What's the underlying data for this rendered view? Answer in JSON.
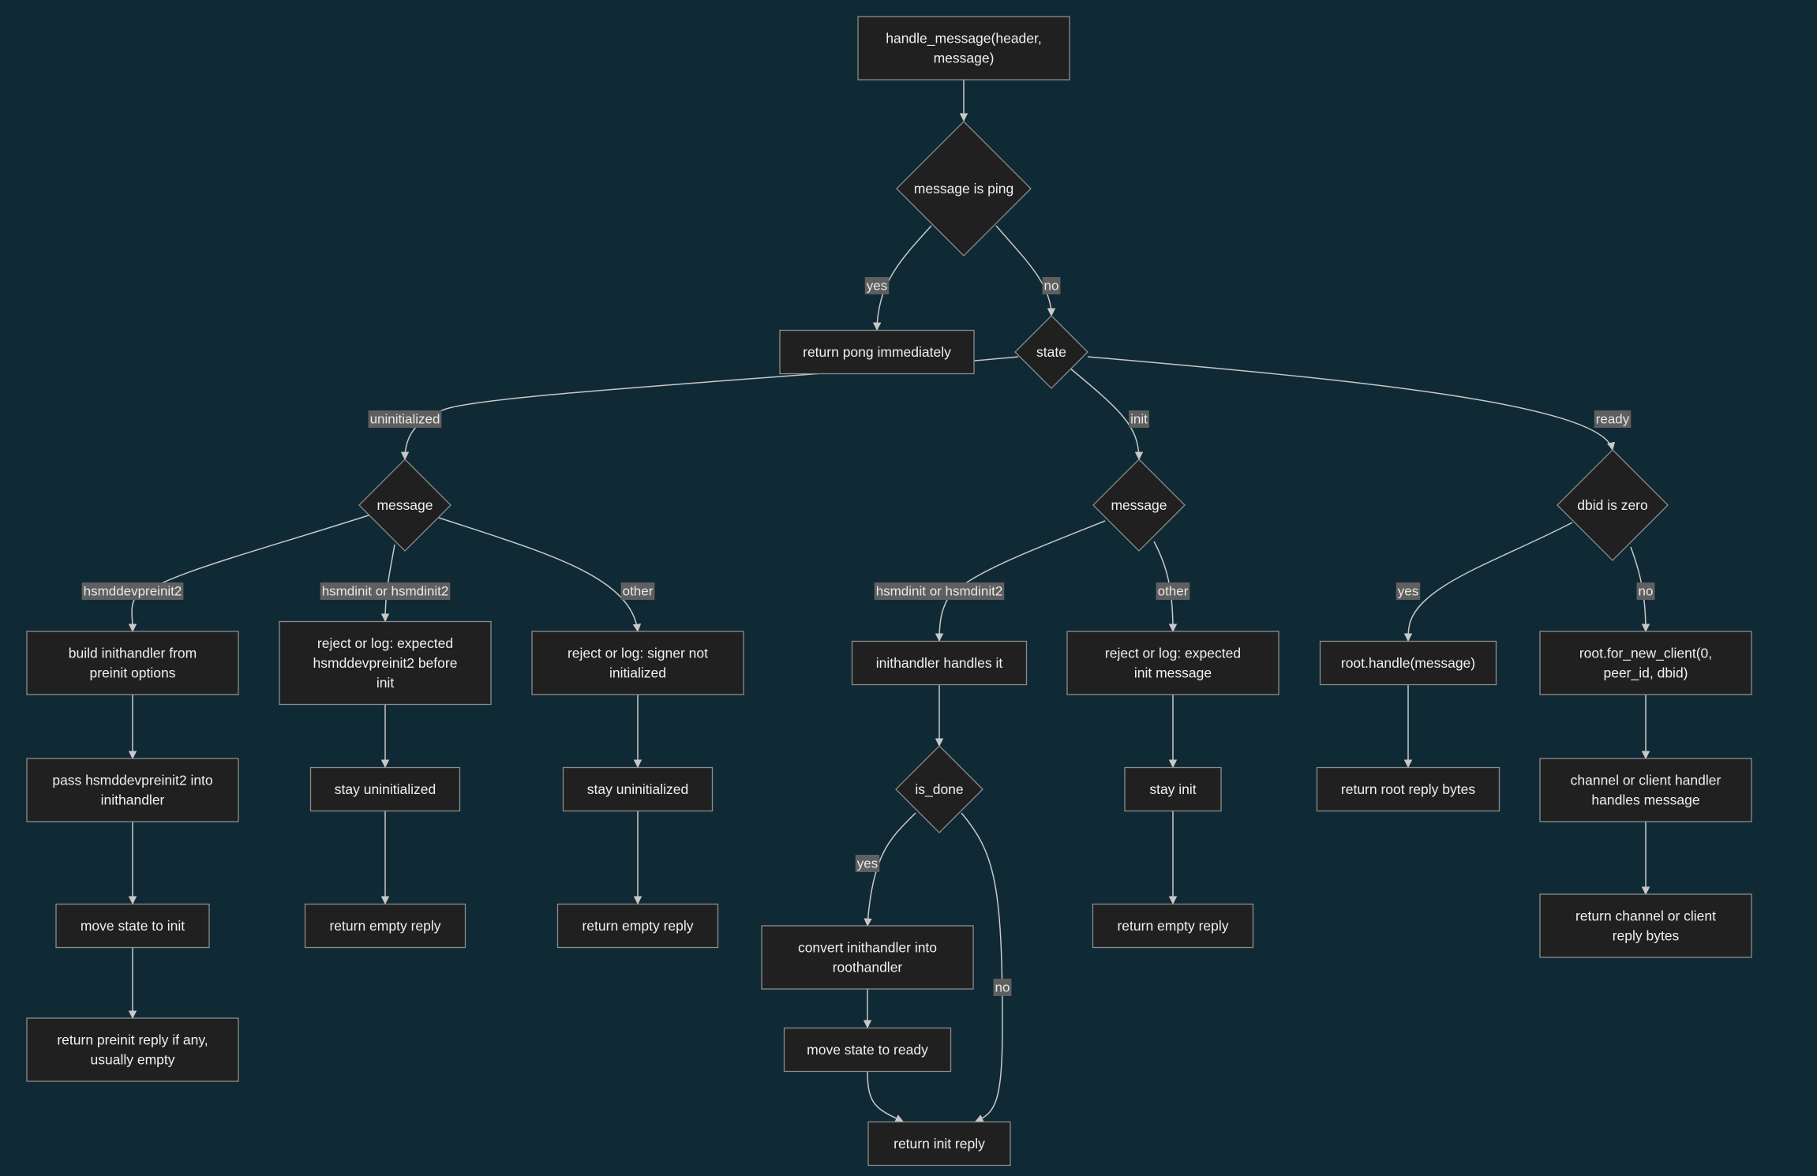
{
  "nodes": {
    "n_handle": [
      "handle_message(header,",
      "message)"
    ],
    "n_ping": [
      "message is ping"
    ],
    "n_pong": [
      "return pong immediately"
    ],
    "n_state": [
      "state"
    ],
    "n_msg_uninit": [
      "message"
    ],
    "n_msg_init": [
      "message"
    ],
    "n_dbid": [
      "dbid is zero"
    ],
    "n_build": [
      "build inithandler from",
      "preinit options"
    ],
    "n_pass": [
      "pass hsmddevpreinit2 into",
      "inithandler"
    ],
    "n_move_init": [
      "move state to init"
    ],
    "n_ret_preinit": [
      "return preinit reply if any,",
      "usually empty"
    ],
    "n_reject_expected": [
      "reject or log: expected",
      "hsmddevpreinit2 before",
      "init"
    ],
    "n_stay_uninit1": [
      "stay uninitialized"
    ],
    "n_ret_empty1": [
      "return empty reply"
    ],
    "n_reject_signer": [
      "reject or log: signer not",
      "initialized"
    ],
    "n_stay_uninit2": [
      "stay uninitialized"
    ],
    "n_ret_empty2": [
      "return empty reply"
    ],
    "n_inithandler": [
      "inithandler handles it"
    ],
    "n_isdone": [
      "is_done"
    ],
    "n_convert": [
      "convert inithandler into",
      "roothandler"
    ],
    "n_move_ready": [
      "move state to ready"
    ],
    "n_ret_init": [
      "return init reply"
    ],
    "n_reject_init": [
      "reject or log: expected",
      "init message"
    ],
    "n_stay_init": [
      "stay init"
    ],
    "n_ret_empty3": [
      "return empty reply"
    ],
    "n_root_handle": [
      "root.handle(message)"
    ],
    "n_ret_root": [
      "return root reply bytes"
    ],
    "n_root_new": [
      "root.for_new_client(0,",
      "peer_id, dbid)"
    ],
    "n_channel": [
      "channel or client handler",
      "handles message"
    ],
    "n_ret_channel": [
      "return channel or client",
      "reply bytes"
    ]
  },
  "edge_labels": {
    "e_yes_ping": "yes",
    "e_no_ping": "no",
    "e_uninitialized": "uninitialized",
    "e_init": "init",
    "e_ready": "ready",
    "e_hsmddevpreinit2": "hsmddevpreinit2",
    "e_hsmdinit_uninit": "hsmdinit or hsmdinit2",
    "e_other_uninit": "other",
    "e_hsmdinit_init": "hsmdinit or hsmdinit2",
    "e_other_init": "other",
    "e_yes_dbid": "yes",
    "e_no_dbid": "no",
    "e_yes_done": "yes",
    "e_no_done": "no"
  }
}
